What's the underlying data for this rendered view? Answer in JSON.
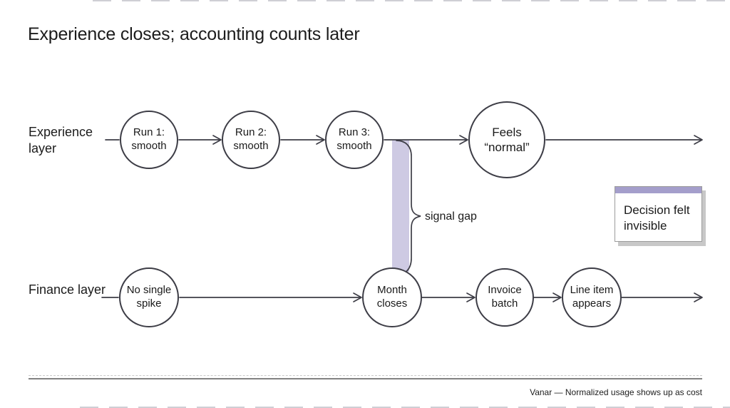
{
  "title": "Experience closes; accounting counts later",
  "lanes": [
    {
      "label": "Experience layer",
      "nodes": [
        "Run 1: smooth",
        "Run 2: smooth",
        "Run 3: smooth",
        "Feels “normal”"
      ]
    },
    {
      "label": "Finance layer",
      "nodes": [
        "No single spike",
        "Month closes",
        "Invoice batch",
        "Line item appears"
      ]
    }
  ],
  "annotations": {
    "signal_gap": "signal gap",
    "decision_note": "Decision felt invisible"
  },
  "footer": {
    "credit": "Vanar — Normalized usage shows up as cost"
  },
  "colors": {
    "stroke": "#3d3d46",
    "gap_band": "#cecae3",
    "note_bar": "#a49ecb",
    "note_shadow": "#c8c8c8",
    "rule_gray": "#828282"
  }
}
